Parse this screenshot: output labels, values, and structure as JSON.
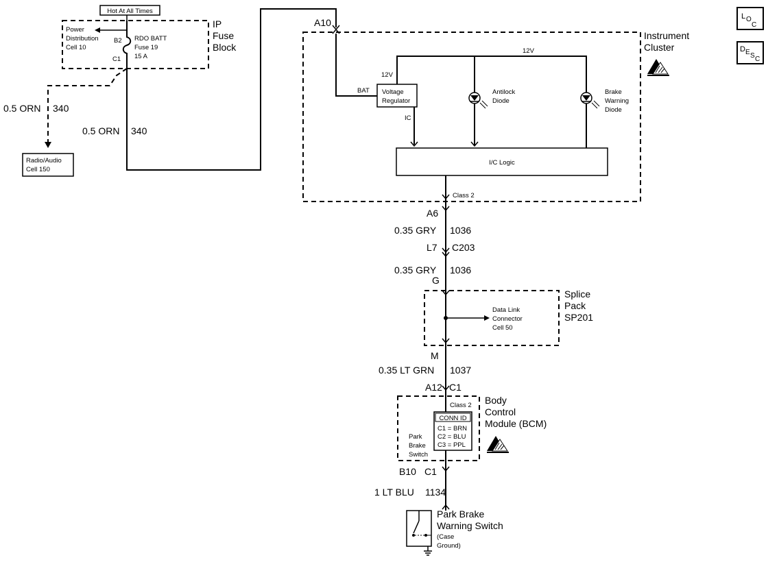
{
  "hot_label": "Hot At All Times",
  "fuse_block": {
    "title": [
      "IP",
      "Fuse",
      "Block"
    ],
    "power_dist": [
      "Power",
      "Distribution",
      "Cell 10"
    ],
    "pin_b2": "B2",
    "pin_c1": "C1",
    "fuse": [
      "RDO BATT",
      "Fuse 19",
      "15 A"
    ]
  },
  "wire_340_left": {
    "size": "0.5 ORN",
    "circuit": "340"
  },
  "wire_340_main": {
    "size": "0.5 ORN",
    "circuit": "340"
  },
  "radio": [
    "Radio/Audio",
    "Cell 150"
  ],
  "cluster": {
    "connector": "A10",
    "title": [
      "Instrument",
      "Cluster"
    ],
    "v12_top": "12V",
    "v12_left": "12V",
    "bat": "BAT",
    "regulator": [
      "Voltage",
      "Regulator"
    ],
    "ic": "IC",
    "antilock": [
      "Antilock",
      "Diode"
    ],
    "brake": [
      "Brake",
      "Warning",
      "Diode"
    ],
    "logic": "I/C Logic",
    "class2": "Class 2"
  },
  "a6": "A6",
  "wire_1036_a": {
    "size": "0.35 GRY",
    "circuit": "1036"
  },
  "l7": "L7",
  "c203": "C203",
  "wire_1036_b": {
    "size": "0.35 GRY",
    "circuit": "1036"
  },
  "g": "G",
  "splice": {
    "title": [
      "Splice",
      "Pack",
      "SP201"
    ],
    "dlc": [
      "Data Link",
      "Connector",
      "Cell 50"
    ]
  },
  "m": "M",
  "wire_1037": {
    "size": "0.35 LT GRN",
    "circuit": "1037"
  },
  "a12": "A12",
  "c1_a": "C1",
  "bcm": {
    "title": [
      "Body",
      "Control",
      "Module (BCM)"
    ],
    "class2": "Class 2",
    "conn_id": "CONN ID",
    "conn_rows": [
      "C1 = BRN",
      "C2 = BLU",
      "C3 = PPL"
    ],
    "park_brake": [
      "Park",
      "Brake",
      "Switch"
    ]
  },
  "b10": "B10",
  "c1_b": "C1",
  "wire_1134": {
    "size": "1 LT BLU",
    "circuit": "1134"
  },
  "switch": {
    "title": [
      "Park Brake",
      "Warning Switch"
    ],
    "note": [
      "(Case",
      "Ground)"
    ]
  },
  "loc_icon": {
    "big": "L",
    "sub": "O",
    "sub2": "C"
  },
  "desc_icon": {
    "big": "D",
    "sub": "E",
    "sub2": "S",
    "sub3": "C"
  }
}
